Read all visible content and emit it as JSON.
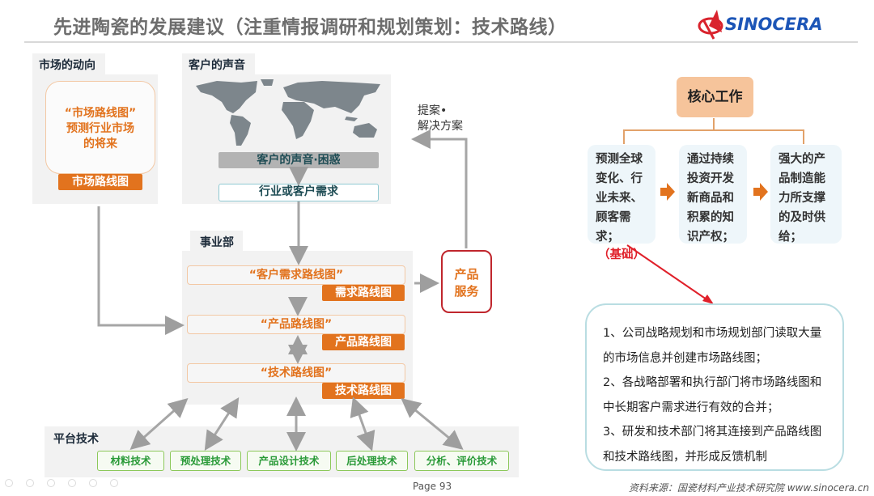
{
  "header": {
    "title": "先进陶瓷的发展建议（注重情报调研和规划策划：技术路线）",
    "logo_text": "SINOCERA"
  },
  "market": {
    "heading": "市场的动向",
    "bubble_line1": "“市场路线图”",
    "bubble_line2": "预测行业市场",
    "bubble_line3": "的将来",
    "label": "市场路线图"
  },
  "customer": {
    "heading": "客户的声音",
    "voice_bar": "客户的声音·困惑",
    "needs_box": "行业或客户需求"
  },
  "feedback": {
    "line1": "提案•",
    "line2": "解决方案"
  },
  "business": {
    "heading": "事业部",
    "rows": [
      {
        "title": "“客户需求路线图”",
        "label": "需求路线图"
      },
      {
        "title": "“产品路线图”",
        "label": "产品路线图"
      },
      {
        "title": "“技术路线图”",
        "label": "技术路线图"
      }
    ]
  },
  "product_service": {
    "line1": "产品",
    "line2": "服务"
  },
  "platform": {
    "heading": "平台技术",
    "items": [
      "材料技术",
      "预处理技术",
      "产品设计技术",
      "后处理技术",
      "分析、评价技术"
    ]
  },
  "core": {
    "title": "核心工作",
    "cards": [
      {
        "text": "预测全球变化、行业未来、顾客需求；",
        "emphasis": "（基础）"
      },
      {
        "text": "通过持续投资开发新商品和积累的知识产权；"
      },
      {
        "text": "强大的产品制造能力所支撑的及时供给；"
      }
    ]
  },
  "notes": [
    "1、公司战略规划和市场规划部门读取大量的市场信息并创建市场路线图；",
    "2、各战略部署和执行部门将市场路线图和中长期客户需求进行有效的合并；",
    "3、研发和技术部门将其连接到产品路线图和技术路线图，并形成反馈机制"
  ],
  "footer": {
    "page": "Page 93",
    "source": "资料来源：国瓷材料产业技术研究院  www.sinocera.cn"
  },
  "colors": {
    "orange": "#e2731e",
    "green": "#2a9a38",
    "red": "#c0262d",
    "teal": "#b9dde2"
  }
}
